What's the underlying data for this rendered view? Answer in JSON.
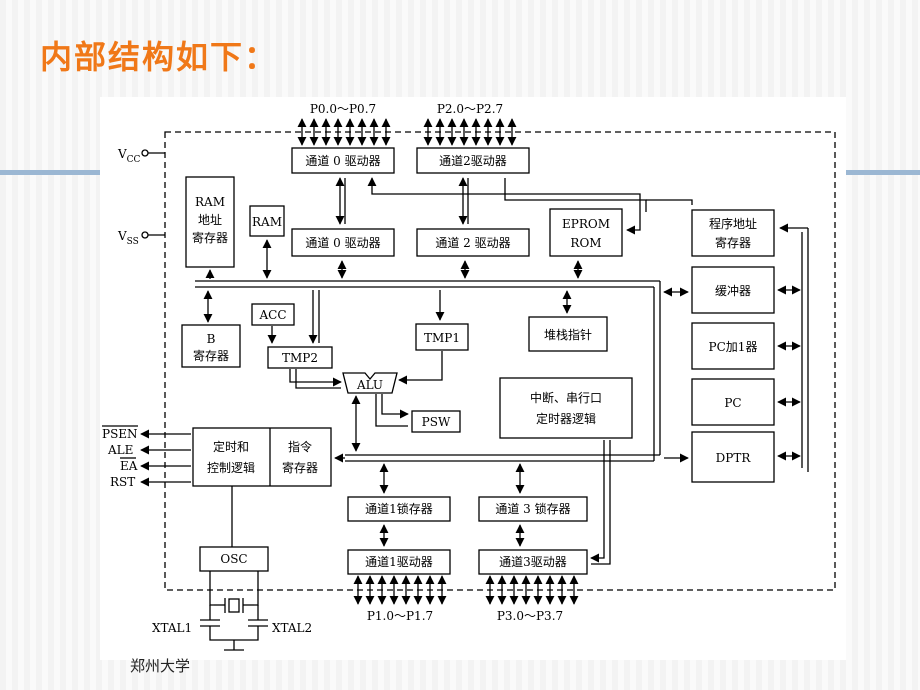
{
  "title": "内部结构如下：",
  "footer": "郑州大学",
  "diagram": {
    "pins": {
      "vcc": "V",
      "vcc_sub": "CC",
      "vss": "V",
      "vss_sub": "SS",
      "psen": "PSEN",
      "ale": "ALE",
      "ea": "EA",
      "rst": "RST",
      "xtal1": "XTAL1",
      "xtal2": "XTAL2"
    },
    "ports": {
      "p0": "P0.0～P0.7",
      "p2": "P2.0～P2.7",
      "p1": "P1.0～P1.7",
      "p3": "P3.0～P3.7"
    },
    "blocks": {
      "p0_driver_top": "通道 0 驱动器",
      "p2_driver_top": "通道2驱动器",
      "ram_addr_1": "RAM",
      "ram_addr_2": "地址",
      "ram_addr_3": "寄存器",
      "ram": "RAM",
      "p0_driver_mid": "通道 0 驱动器",
      "p2_driver_mid": "通道 2 驱动器",
      "eprom_1": "EPROM",
      "eprom_2": "ROM",
      "pc_addr_1": "程序地址",
      "pc_addr_2": "寄存器",
      "buffer": "缓冲器",
      "acc": "ACC",
      "b_1": "B",
      "b_2": "寄存器",
      "tmp1": "TMP1",
      "tmp2": "TMP2",
      "stack": "堆栈指针",
      "pc_inc": "PC加1器",
      "alu": "ALU",
      "psw": "PSW",
      "intr_1": "中断、串行口",
      "intr_2": "定时器逻辑",
      "pc": "PC",
      "timing_1": "定时和",
      "timing_2": "控制逻辑",
      "instr_1": "指令",
      "instr_2": "寄存器",
      "dptr": "DPTR",
      "p1_latch": "通道1锁存器",
      "p3_latch": "通道 3 锁存器",
      "osc": "OSC",
      "p1_driver": "通道1驱动器",
      "p3_driver": "通道3驱动器"
    }
  }
}
